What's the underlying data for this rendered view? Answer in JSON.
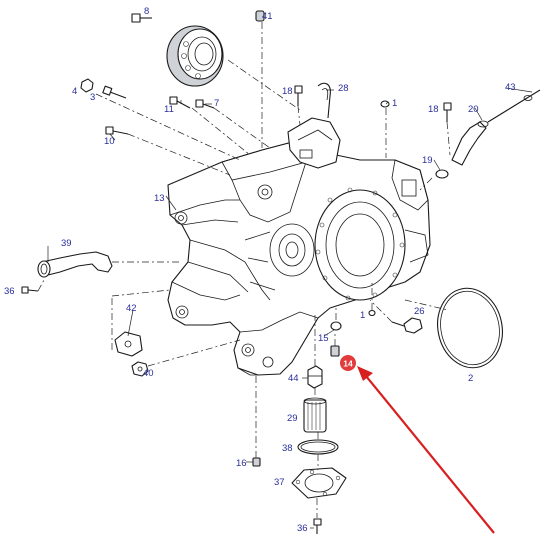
{
  "diagram": {
    "callout_labels": {
      "p1a": "1",
      "p1b": "1",
      "p2": "2",
      "p3": "3",
      "p4": "4",
      "p7": "7",
      "p8": "8",
      "p10": "10",
      "p11": "11",
      "p13": "13",
      "p15": "15",
      "p16": "16",
      "p18a": "18",
      "p18b": "18",
      "p19": "19",
      "p20": "20",
      "p26": "26",
      "p28": "28",
      "p29": "29",
      "p36a": "36",
      "p36b": "36",
      "p37": "37",
      "p38": "38",
      "p39": "39",
      "p40": "40",
      "p41": "41",
      "p42": "42",
      "p43": "43",
      "p44": "44"
    },
    "highlight": {
      "label": "14",
      "color": "#e23b3b"
    },
    "arrow_color": "#d81f1f",
    "label_color": "#2a2f9a"
  }
}
